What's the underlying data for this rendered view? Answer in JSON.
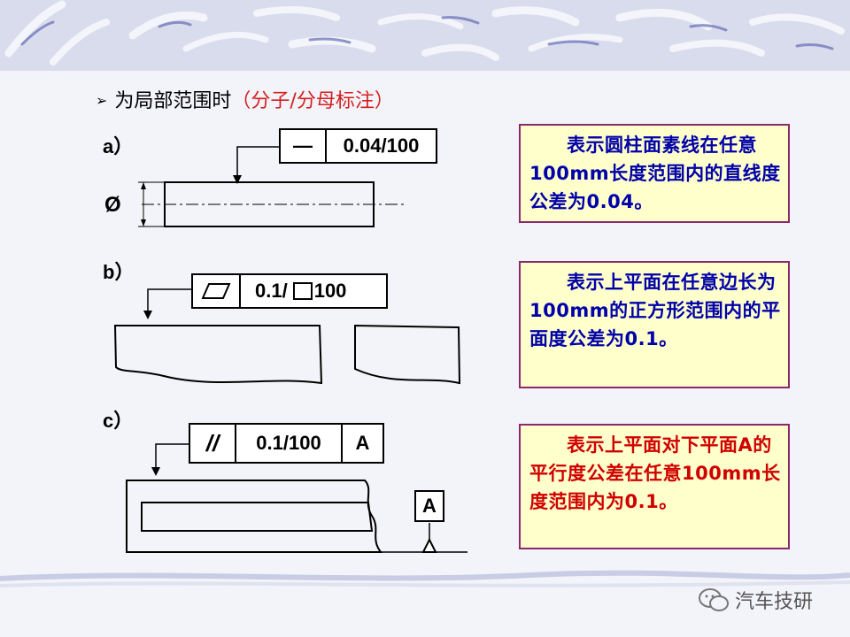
{
  "heading": {
    "prefix": "为局部范围时",
    "highlight": "（分子/分母标注）",
    "suffix": "）"
  },
  "case_a": {
    "label": "a）",
    "diameter_symbol": "Ø",
    "fcf": {
      "symbol_cell": "—",
      "tolerance": "0.04/100"
    },
    "note": "表示圆柱面素线在任意100mm长度范围内的直线度公差为0.04。"
  },
  "case_b": {
    "label": "b）",
    "fcf": {
      "tolerance_prefix": "0.1/",
      "tolerance_suffix": "100"
    },
    "note": "表示上平面在任意边长为100mm的正方形范围内的平面度公差为0.1。"
  },
  "case_c": {
    "label": "c）",
    "fcf": {
      "symbol_cell": "//",
      "tolerance": "0.1/100",
      "datum": "A"
    },
    "datum_label": "A",
    "note": "表示上平面对下平面A的平行度公差在任意100mm长度范围内为0.1。"
  },
  "watermark": {
    "text": "汽车技研",
    "icon": "wechat-icon"
  },
  "colors": {
    "note_border": "#8a2a6a",
    "note_bg": "#ffffcc",
    "note_blue": "#0000aa",
    "note_red": "#d00000",
    "heading_red": "#d42020"
  }
}
